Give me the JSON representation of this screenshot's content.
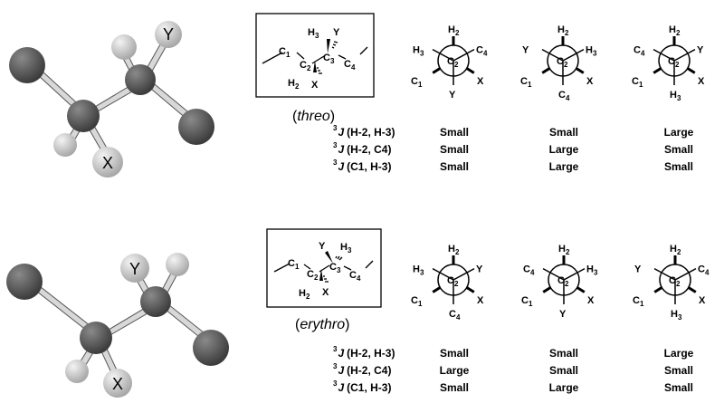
{
  "threo": {
    "caption": "threo",
    "model_labels": {
      "y": "Y",
      "x": "X"
    },
    "fischer": {
      "h3": "H",
      "h3_sub": "3",
      "y": "Y",
      "c1": "C",
      "c1_sub": "1",
      "c2": "C",
      "c2_sub": "2",
      "c3": "C",
      "c3_sub": "3",
      "c4": "C",
      "c4_sub": "4",
      "h2": "H",
      "h2_sub": "2",
      "x": "X"
    },
    "newman": [
      {
        "top": "H",
        "top_sub": "2",
        "ul": "H",
        "ul_sub": "3",
        "ur": "C",
        "ur_sub": "4",
        "ll": "C",
        "ll_sub": "1",
        "lr": "X",
        "bot": "Y",
        "bot_sub": "",
        "center": "C",
        "center_sub": "2"
      },
      {
        "top": "H",
        "top_sub": "2",
        "ul": "Y",
        "ul_sub": "",
        "ur": "H",
        "ur_sub": "3",
        "ll": "C",
        "ll_sub": "1",
        "lr": "X",
        "bot": "C",
        "bot_sub": "4",
        "center": "C",
        "center_sub": "2"
      },
      {
        "top": "H",
        "top_sub": "2",
        "ul": "C",
        "ul_sub": "4",
        "ur": "Y",
        "ur_sub": "",
        "ll": "C",
        "ll_sub": "1",
        "lr": "X",
        "bot": "H",
        "bot_sub": "3",
        "center": "C",
        "center_sub": "2"
      }
    ],
    "rows": [
      {
        "sup": "3",
        "j": "J",
        "label": "(H-2, H-3)",
        "values": [
          "Small",
          "Small",
          "Large"
        ]
      },
      {
        "sup": "3",
        "j": "J",
        "label": "(H-2, C4)",
        "values": [
          "Small",
          "Large",
          "Small"
        ]
      },
      {
        "sup": "3",
        "j": "J",
        "label": "(C1, H-3)",
        "values": [
          "Small",
          "Large",
          "Small"
        ]
      }
    ]
  },
  "erythro": {
    "caption": "erythro",
    "model_labels": {
      "y": "Y",
      "x": "X"
    },
    "fischer": {
      "h3": "H",
      "h3_sub": "3",
      "y": "Y",
      "c1": "C",
      "c1_sub": "1",
      "c2": "C",
      "c2_sub": "2",
      "c3": "C",
      "c3_sub": "3",
      "c4": "C",
      "c4_sub": "4",
      "h2": "H",
      "h2_sub": "2",
      "x": "X"
    },
    "newman": [
      {
        "top": "H",
        "top_sub": "2",
        "ul": "H",
        "ul_sub": "3",
        "ur": "Y",
        "ur_sub": "",
        "ll": "C",
        "ll_sub": "1",
        "lr": "X",
        "bot": "C",
        "bot_sub": "4",
        "center": "C",
        "center_sub": "2"
      },
      {
        "top": "H",
        "top_sub": "2",
        "ul": "C",
        "ul_sub": "4",
        "ur": "H",
        "ur_sub": "3",
        "ll": "C",
        "ll_sub": "1",
        "lr": "X",
        "bot": "Y",
        "bot_sub": "",
        "center": "C",
        "center_sub": "2"
      },
      {
        "top": "H",
        "top_sub": "2",
        "ul": "Y",
        "ul_sub": "",
        "ur": "C",
        "ur_sub": "4",
        "ll": "C",
        "ll_sub": "1",
        "lr": "X",
        "bot": "H",
        "bot_sub": "3",
        "center": "C",
        "center_sub": "2"
      }
    ],
    "rows": [
      {
        "sup": "3",
        "j": "J",
        "label": "(H-2, H-3)",
        "values": [
          "Small",
          "Small",
          "Large"
        ]
      },
      {
        "sup": "3",
        "j": "J",
        "label": "(H-2, C4)",
        "values": [
          "Large",
          "Small",
          "Small"
        ]
      },
      {
        "sup": "3",
        "j": "J",
        "label": "(C1, H-3)",
        "values": [
          "Small",
          "Large",
          "Small"
        ]
      }
    ]
  },
  "colors": {
    "carbon": "#5a5a5a",
    "hydrogen": "#d0d0d0",
    "bond": "#cfcfcf"
  }
}
